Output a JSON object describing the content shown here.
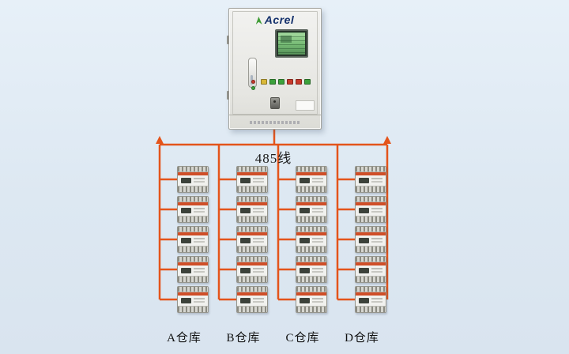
{
  "colors": {
    "wire": "#e4541b",
    "background": "#dde8f2",
    "device_stripe": "#cf4e28",
    "lcd_green": "#74b973",
    "brand_navy": "#13306b"
  },
  "cabinet": {
    "brand": "Acrel",
    "buttons": [
      "#d9b838",
      "#3ca23c",
      "#3ca23c",
      "#c8392b",
      "#c8392b",
      "#3ca23c"
    ]
  },
  "bus": {
    "label": "485线"
  },
  "columns": [
    {
      "id": "A",
      "label": "A仓库",
      "device_count": 5
    },
    {
      "id": "B",
      "label": "B仓库",
      "device_count": 5
    },
    {
      "id": "C",
      "label": "C仓库",
      "device_count": 5
    },
    {
      "id": "D",
      "label": "D仓库",
      "device_count": 5
    }
  ]
}
